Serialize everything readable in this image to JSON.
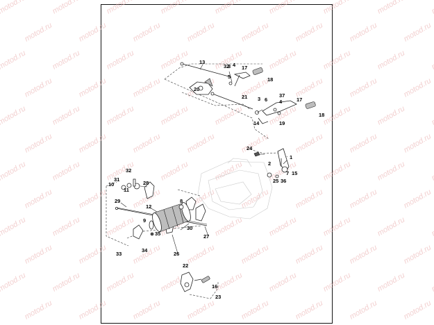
{
  "watermark": {
    "text": "motod.ru"
  },
  "callouts": [
    {
      "id": "c13",
      "label": "13"
    },
    {
      "id": "c32a",
      "label": "32"
    },
    {
      "id": "c3a",
      "label": "3"
    },
    {
      "id": "c4a",
      "label": "4"
    },
    {
      "id": "c17a",
      "label": "17"
    },
    {
      "id": "c5",
      "label": "5"
    },
    {
      "id": "c18a",
      "label": "18"
    },
    {
      "id": "c20",
      "label": "20"
    },
    {
      "id": "c21",
      "label": "21"
    },
    {
      "id": "c37",
      "label": "37"
    },
    {
      "id": "c3b",
      "label": "3"
    },
    {
      "id": "c6",
      "label": "6"
    },
    {
      "id": "c4b",
      "label": "4"
    },
    {
      "id": "c17b",
      "label": "17"
    },
    {
      "id": "c14",
      "label": "14"
    },
    {
      "id": "c19",
      "label": "19"
    },
    {
      "id": "c18b",
      "label": "18"
    },
    {
      "id": "c24",
      "label": "24"
    },
    {
      "id": "c1",
      "label": "1"
    },
    {
      "id": "c2",
      "label": "2"
    },
    {
      "id": "c7",
      "label": "7"
    },
    {
      "id": "c15",
      "label": "15"
    },
    {
      "id": "c25",
      "label": "25"
    },
    {
      "id": "c36",
      "label": "36"
    },
    {
      "id": "c32b",
      "label": "32"
    },
    {
      "id": "c31",
      "label": "31"
    },
    {
      "id": "c10",
      "label": "10"
    },
    {
      "id": "c11",
      "label": "11"
    },
    {
      "id": "c28",
      "label": "28"
    },
    {
      "id": "c29",
      "label": "29"
    },
    {
      "id": "c8",
      "label": "8"
    },
    {
      "id": "c12",
      "label": "12"
    },
    {
      "id": "c9",
      "label": "9"
    },
    {
      "id": "c35",
      "label": "35"
    },
    {
      "id": "c30",
      "label": "30"
    },
    {
      "id": "c27",
      "label": "27"
    },
    {
      "id": "c33",
      "label": "33"
    },
    {
      "id": "c34",
      "label": "34"
    },
    {
      "id": "c26",
      "label": "26"
    },
    {
      "id": "c22",
      "label": "22"
    },
    {
      "id": "c16",
      "label": "16"
    },
    {
      "id": "c23",
      "label": "23"
    }
  ]
}
